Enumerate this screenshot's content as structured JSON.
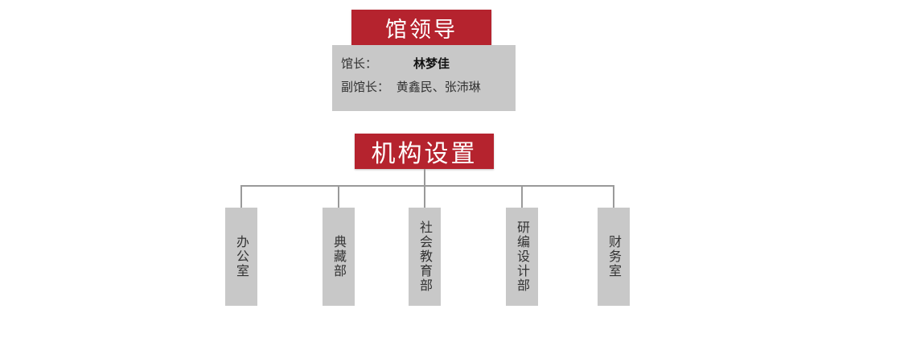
{
  "leadership": {
    "title": "馆领导",
    "director_label": "馆长：",
    "director_name": "林梦佳",
    "deputy_label": "副馆长：",
    "deputy_names": "黄鑫民、张沛琳"
  },
  "organization": {
    "title": "机构设置",
    "departments": [
      {
        "name": "办公室"
      },
      {
        "name": "典藏部"
      },
      {
        "name": "社会教育部"
      },
      {
        "name": "研编设计部"
      },
      {
        "name": "财务室"
      }
    ]
  },
  "colors": {
    "header_red": "#b5232e",
    "box_gray": "#c8c8c8",
    "line_gray": "#9a9a9a"
  }
}
